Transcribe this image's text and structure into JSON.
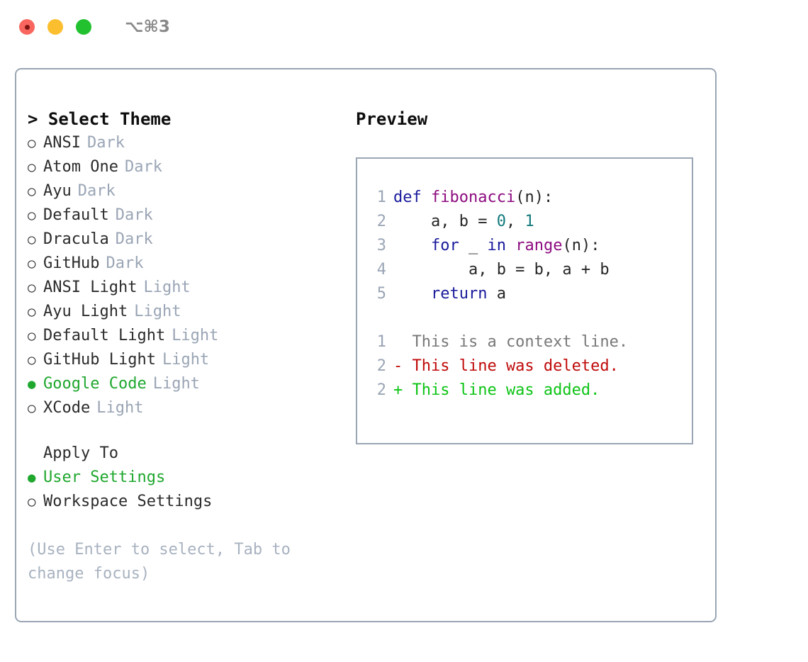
{
  "titlebar": {
    "shortcut": "⌥⌘3",
    "lights": [
      "close",
      "minimize",
      "maximize"
    ]
  },
  "theme_selector": {
    "heading": "> Select Theme",
    "options": [
      {
        "name": "ANSI",
        "category": "Dark",
        "selected": false
      },
      {
        "name": "Atom One",
        "category": "Dark",
        "selected": false
      },
      {
        "name": "Ayu",
        "category": "Dark",
        "selected": false
      },
      {
        "name": "Default",
        "category": "Dark",
        "selected": false
      },
      {
        "name": "Dracula",
        "category": "Dark",
        "selected": false
      },
      {
        "name": "GitHub",
        "category": "Dark",
        "selected": false
      },
      {
        "name": "ANSI Light",
        "category": "Light",
        "selected": false
      },
      {
        "name": "Ayu Light",
        "category": "Light",
        "selected": false
      },
      {
        "name": "Default Light",
        "category": "Light",
        "selected": false
      },
      {
        "name": "GitHub Light",
        "category": "Light",
        "selected": false
      },
      {
        "name": "Google Code",
        "category": "Light",
        "selected": true
      },
      {
        "name": "XCode",
        "category": "Light",
        "selected": false
      }
    ],
    "bullet_selected": "●",
    "bullet_unselected": "○"
  },
  "apply_to": {
    "heading": "Apply To",
    "options": [
      {
        "name": "User Settings",
        "selected": true
      },
      {
        "name": "Workspace Settings",
        "selected": false
      }
    ]
  },
  "hint": "(Use Enter to select, Tab to change focus)",
  "preview": {
    "title": "Preview",
    "code_lines": [
      {
        "lno": "1",
        "tokens": [
          {
            "t": "def ",
            "c": "kw"
          },
          {
            "t": "fibonacci",
            "c": "fn"
          },
          {
            "t": "(n):",
            "c": "txt"
          }
        ]
      },
      {
        "lno": "2",
        "tokens": [
          {
            "t": "    a, b = ",
            "c": "txt"
          },
          {
            "t": "0",
            "c": "num"
          },
          {
            "t": ", ",
            "c": "txt"
          },
          {
            "t": "1",
            "c": "num"
          }
        ]
      },
      {
        "lno": "3",
        "tokens": [
          {
            "t": "    ",
            "c": "txt"
          },
          {
            "t": "for",
            "c": "kw"
          },
          {
            "t": " _ ",
            "c": "txt"
          },
          {
            "t": "in",
            "c": "kw"
          },
          {
            "t": " ",
            "c": "txt"
          },
          {
            "t": "range",
            "c": "fn"
          },
          {
            "t": "(n):",
            "c": "txt"
          }
        ]
      },
      {
        "lno": "4",
        "tokens": [
          {
            "t": "        a, b = b, a + b",
            "c": "txt"
          }
        ]
      },
      {
        "lno": "5",
        "tokens": [
          {
            "t": "    ",
            "c": "txt"
          },
          {
            "t": "return",
            "c": "kw"
          },
          {
            "t": " a",
            "c": "txt"
          }
        ]
      }
    ],
    "diff_lines": [
      {
        "lno": "1",
        "tokens": [
          {
            "t": "  This is a context line.",
            "c": "ctx"
          }
        ]
      },
      {
        "lno": "2",
        "tokens": [
          {
            "t": "- This line was deleted.",
            "c": "del"
          }
        ]
      },
      {
        "lno": "2",
        "tokens": [
          {
            "t": "+ This line was added.",
            "c": "add"
          }
        ]
      }
    ]
  },
  "colors": {
    "accent_green": "#1fa72e",
    "muted_gray": "#9aa5b5",
    "border": "#9aa6b4",
    "hint": "#a8b2c0",
    "keyword": "#1a1a9c",
    "function": "#8d0b80",
    "number": "#10797b",
    "text": "#262626",
    "diff_context": "#787878",
    "diff_deleted": "#c00a0a",
    "diff_added": "#0dc415",
    "light_red": "#f9655f",
    "light_yellow": "#fbbe2e",
    "light_green": "#22c12f"
  }
}
